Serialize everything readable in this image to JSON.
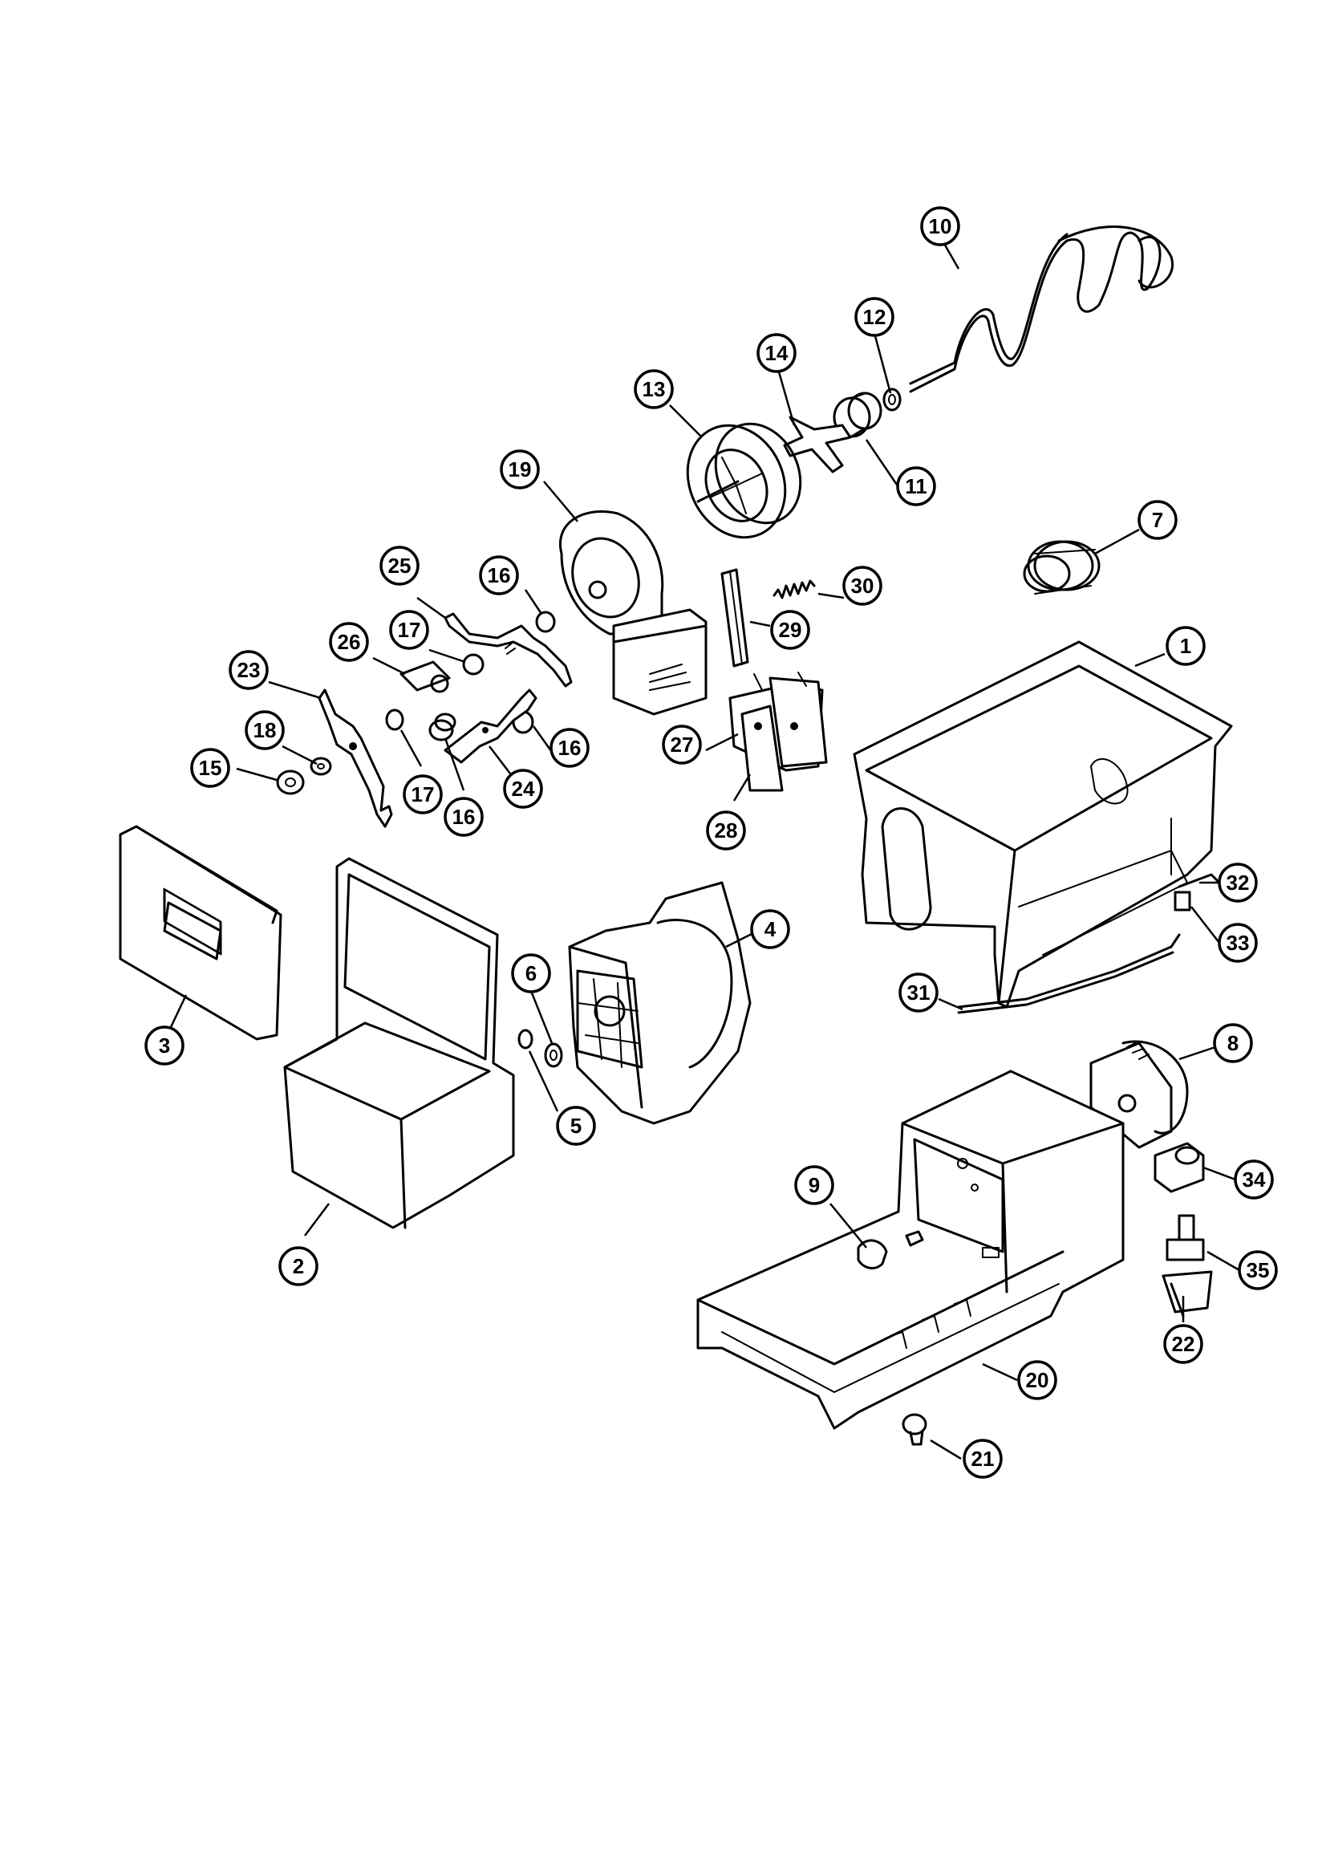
{
  "callouts": [
    {
      "id": "1",
      "label": "1"
    },
    {
      "id": "2",
      "label": "2"
    },
    {
      "id": "3",
      "label": "3"
    },
    {
      "id": "4",
      "label": "4"
    },
    {
      "id": "5",
      "label": "5"
    },
    {
      "id": "6",
      "label": "6"
    },
    {
      "id": "7",
      "label": "7"
    },
    {
      "id": "8",
      "label": "8"
    },
    {
      "id": "9",
      "label": "9"
    },
    {
      "id": "10",
      "label": "10"
    },
    {
      "id": "11",
      "label": "11"
    },
    {
      "id": "12",
      "label": "12"
    },
    {
      "id": "13",
      "label": "13"
    },
    {
      "id": "14",
      "label": "14"
    },
    {
      "id": "15",
      "label": "15"
    },
    {
      "id": "16a",
      "label": "16"
    },
    {
      "id": "16b",
      "label": "16"
    },
    {
      "id": "16c",
      "label": "16"
    },
    {
      "id": "17a",
      "label": "17"
    },
    {
      "id": "17b",
      "label": "17"
    },
    {
      "id": "18",
      "label": "18"
    },
    {
      "id": "19",
      "label": "19"
    },
    {
      "id": "20",
      "label": "20"
    },
    {
      "id": "21",
      "label": "21"
    },
    {
      "id": "22",
      "label": "22"
    },
    {
      "id": "23",
      "label": "23"
    },
    {
      "id": "24",
      "label": "24"
    },
    {
      "id": "25",
      "label": "25"
    },
    {
      "id": "26",
      "label": "26"
    },
    {
      "id": "27",
      "label": "27"
    },
    {
      "id": "28",
      "label": "28"
    },
    {
      "id": "29",
      "label": "29"
    },
    {
      "id": "30",
      "label": "30"
    },
    {
      "id": "31",
      "label": "31"
    },
    {
      "id": "32",
      "label": "32"
    },
    {
      "id": "33",
      "label": "33"
    },
    {
      "id": "34",
      "label": "34"
    },
    {
      "id": "35",
      "label": "35"
    }
  ]
}
